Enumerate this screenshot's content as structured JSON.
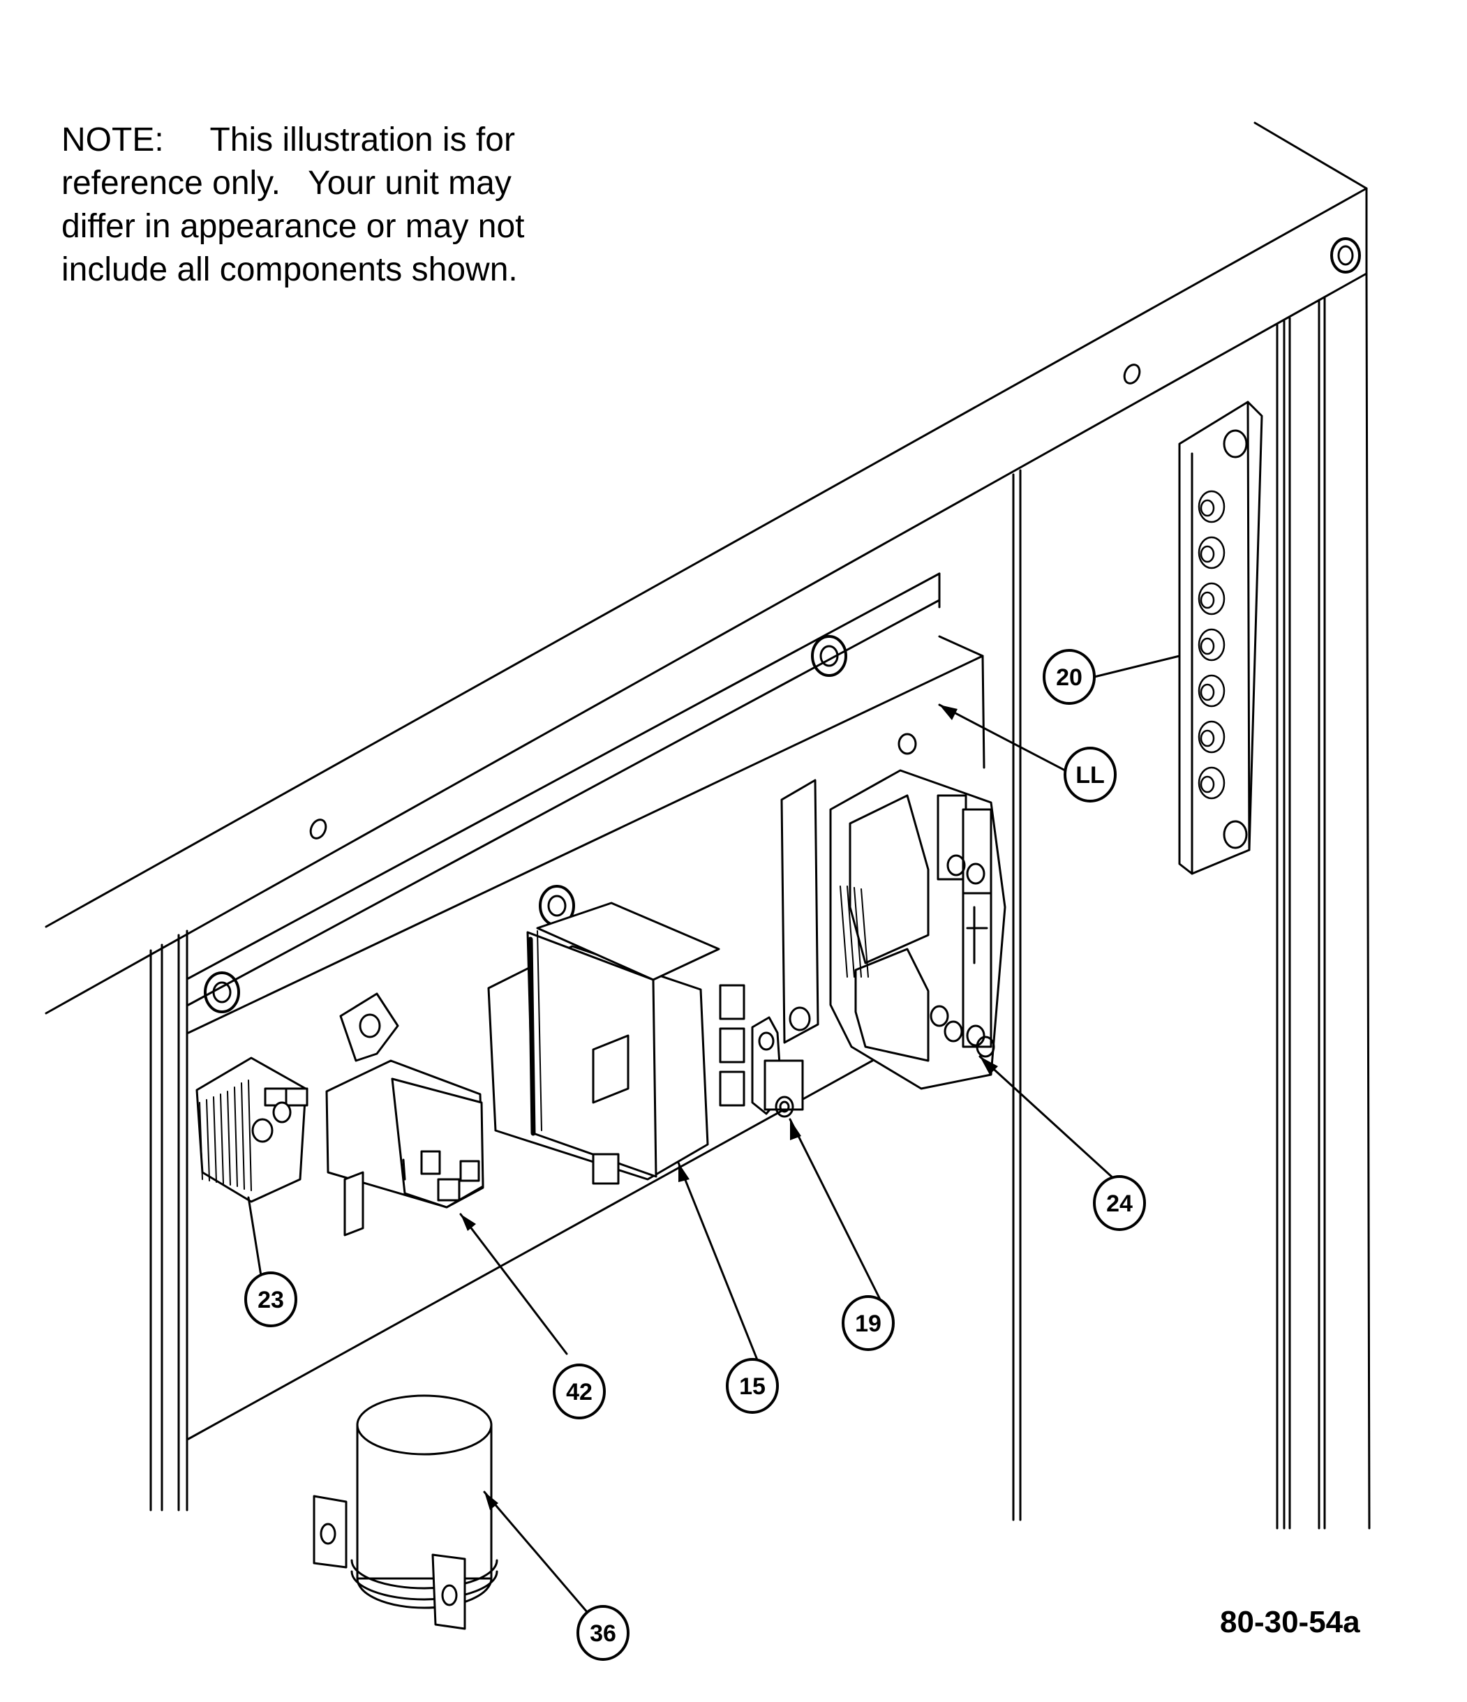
{
  "note": {
    "lines": [
      "NOTE:     This illustration is for",
      "reference only.   Your unit may",
      "differ in appearance or may not",
      "include all components shown."
    ]
  },
  "callouts": {
    "c20": "20",
    "cLL": "LL",
    "c24": "24",
    "c23": "23",
    "c42": "42",
    "c15": "15",
    "c19": "19",
    "c36": "36"
  },
  "figure_id": "80-30-54a",
  "colors": {
    "ink": "#000000",
    "paper": "#ffffff",
    "panel_shade": "#e8e8e8"
  }
}
